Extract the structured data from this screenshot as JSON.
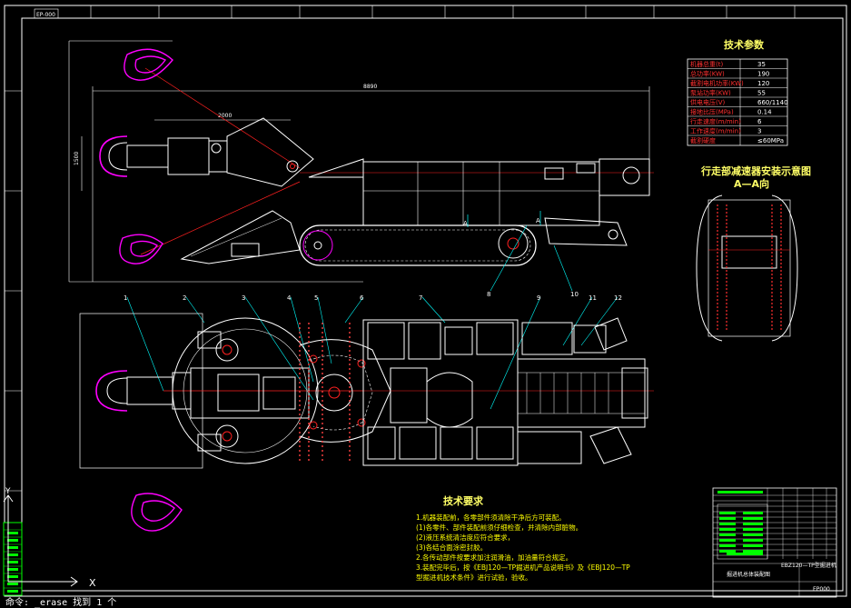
{
  "title_block": {
    "stamp": "EP-000",
    "drawing_title_1": "掘进机总体装配图",
    "drawing_title_2": "EBZ120—TP型掘进机",
    "drawing_no": "EP000"
  },
  "params": {
    "heading": "技术参数",
    "rows": [
      {
        "label": "机器总重(t)",
        "value": "35"
      },
      {
        "label": "总功率(KW)",
        "value": "190"
      },
      {
        "label": "截割电机功率(KW)",
        "value": "120"
      },
      {
        "label": "泵站功率(KW)",
        "value": "55"
      },
      {
        "label": "供电电压(V)",
        "value": "660/1140"
      },
      {
        "label": "接地比压(MPa)",
        "value": "0.14"
      },
      {
        "label": "行走速度(m/min)",
        "value": "6"
      },
      {
        "label": "工作速度(m/min)",
        "value": "3"
      },
      {
        "label": "截割硬度",
        "value": "≤60MPa"
      }
    ]
  },
  "section_view": {
    "title": "行走部减速器安装示意图",
    "subtitle": "A—A向"
  },
  "requirements": {
    "heading": "技术要求",
    "lines": [
      "1.机器装配前，各零部件须清除干净后方可装配。",
      "  (1)各零件、部件装配前须仔细检查，并清除内部脏物。",
      "  (2)液压系统清洁度应符合要求，",
      "  (3)各结合面涂密封胶。",
      "2.各传动部件按要求加注润滑油，加油量符合规定。",
      "3.装配完毕后，按《EBJ120—TP掘进机产品说明书》及《EBJ120—TP",
      "  型掘进机技术条件》进行试验，验收。"
    ]
  },
  "part_numbers": [
    "1",
    "2",
    "3",
    "4",
    "5",
    "6",
    "7",
    "8",
    "9",
    "10",
    "11",
    "12"
  ],
  "dimensions": {
    "overall": "8890",
    "sub": "2000",
    "height": "1500"
  },
  "ucs": {
    "x": "X",
    "y": "Y"
  },
  "command_line": "命令: _erase 找到 1 个"
}
